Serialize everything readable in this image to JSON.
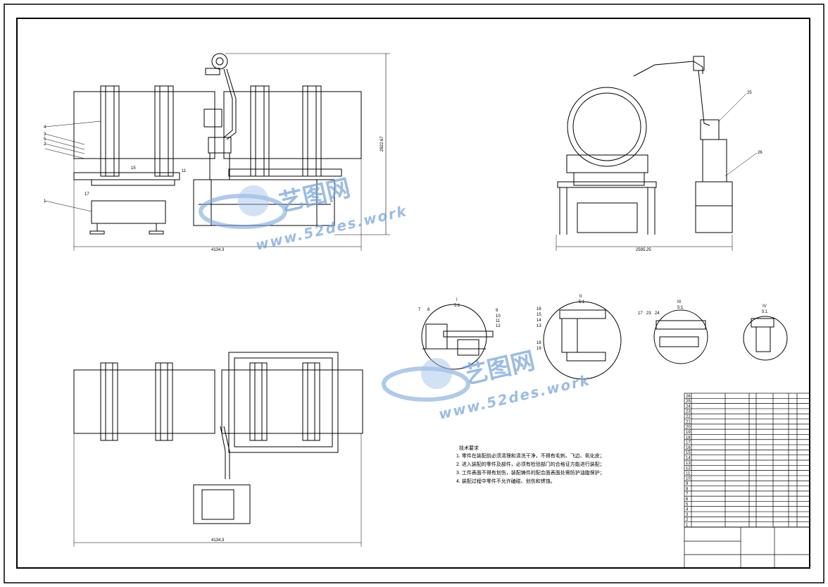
{
  "front_view": {
    "overall_width": "4134.3",
    "overall_height": "2822.67",
    "leaders": [
      "4",
      "3",
      "5",
      "2",
      "1",
      "11",
      "15",
      "17"
    ]
  },
  "side_view": {
    "overall_width": "2595.25",
    "leaders": [
      "25",
      "26"
    ]
  },
  "top_view": {
    "overall_width": "4134.3"
  },
  "details": [
    {
      "id": "I",
      "scale": "5:1",
      "labels": [
        "7",
        "8",
        "9",
        "10",
        "11",
        "12"
      ]
    },
    {
      "id": "II",
      "scale": "5:1",
      "labels": [
        "16",
        "15",
        "14",
        "13",
        "18",
        "19"
      ]
    },
    {
      "id": "III",
      "scale": "5:1",
      "labels": [
        "17",
        "23",
        "24"
      ]
    },
    {
      "id": "IV",
      "scale": "5:1",
      "labels": []
    }
  ],
  "technical_requirements": {
    "title": "技术要求",
    "items": [
      "1. 零件在装配前必须清理和清洗干净，不得有毛刺、飞边、氧化皮；",
      "2. 进入装配的零件及部件，必须有检验部门的合格证方能进行装配；",
      "3. 工件表面不得有划伤，装配铸件的配合面表面处需防护油脂保护；",
      "4. 装配过程中零件不允许磕碰、划伤和锈蚀。"
    ]
  },
  "bom_rows": [
    "26",
    "25",
    "24",
    "23",
    "22",
    "21",
    "20",
    "19",
    "18",
    "17",
    "16",
    "15",
    "14",
    "13",
    "12",
    "11",
    "10",
    "9",
    "8",
    "7",
    "6",
    "5",
    "4",
    "3",
    "2",
    "1"
  ],
  "watermark": {
    "brand": "艺图网",
    "url": "www.52des.work"
  },
  "colors": {
    "line": "#000000",
    "watermark": "#7aa6dc"
  }
}
